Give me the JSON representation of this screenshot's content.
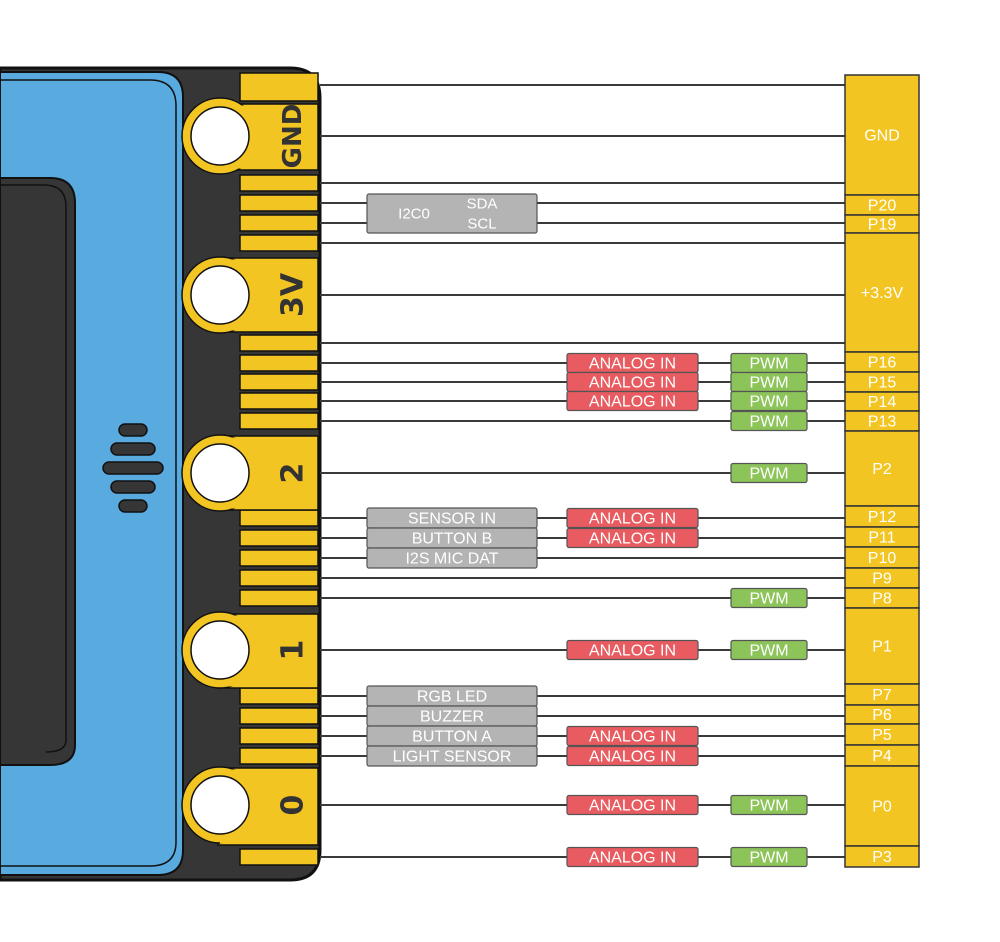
{
  "diagram": {
    "title": "micro:bit edge connector pinout",
    "colors": {
      "board_blue": "#58aadf",
      "board_dark": "#363636",
      "gold": "#f3c522",
      "analog_red": "#e85b60",
      "pwm_green": "#8cc45a",
      "function_gray": "#b4b4b4",
      "wire": "#3a3a3a"
    },
    "edge_labels": [
      "GND",
      "3V",
      "2",
      "1",
      "0"
    ],
    "pins": [
      {
        "label": "GND",
        "size": "large"
      },
      {
        "label": "P20",
        "size": "small"
      },
      {
        "label": "P19",
        "size": "small"
      },
      {
        "label": "+3.3V",
        "size": "large"
      },
      {
        "label": "P16",
        "size": "small"
      },
      {
        "label": "P15",
        "size": "small"
      },
      {
        "label": "P14",
        "size": "small"
      },
      {
        "label": "P13",
        "size": "small"
      },
      {
        "label": "P2",
        "size": "large"
      },
      {
        "label": "P12",
        "size": "small"
      },
      {
        "label": "P11",
        "size": "small"
      },
      {
        "label": "P10",
        "size": "small"
      },
      {
        "label": "P9",
        "size": "small"
      },
      {
        "label": "P8",
        "size": "small"
      },
      {
        "label": "P1",
        "size": "large"
      },
      {
        "label": "P7",
        "size": "small"
      },
      {
        "label": "P6",
        "size": "small"
      },
      {
        "label": "P5",
        "size": "small"
      },
      {
        "label": "P4",
        "size": "small"
      },
      {
        "label": "P0",
        "size": "large"
      },
      {
        "label": "P3",
        "size": "small"
      }
    ],
    "i2c": {
      "bus": "I2C0",
      "lines": [
        "SDA",
        "SCL"
      ],
      "pins": [
        "P20",
        "P19"
      ]
    },
    "functions": [
      {
        "pin": "P12",
        "label": "SENSOR IN"
      },
      {
        "pin": "P11",
        "label": "BUTTON B"
      },
      {
        "pin": "P10",
        "label": "I2S MIC DAT"
      },
      {
        "pin": "P7",
        "label": "RGB LED"
      },
      {
        "pin": "P6",
        "label": "BUZZER"
      },
      {
        "pin": "P5",
        "label": "BUTTON A"
      },
      {
        "pin": "P4",
        "label": "LIGHT SENSOR"
      }
    ],
    "analog_label": "ANALOG IN",
    "pwm_label": "PWM",
    "analog_pins": [
      "P16",
      "P15",
      "P14",
      "P12",
      "P11",
      "P1",
      "P5",
      "P4",
      "P0",
      "P3"
    ],
    "pwm_pins": [
      "P16",
      "P15",
      "P14",
      "P13",
      "P2",
      "P8",
      "P1",
      "P0",
      "P3"
    ]
  }
}
